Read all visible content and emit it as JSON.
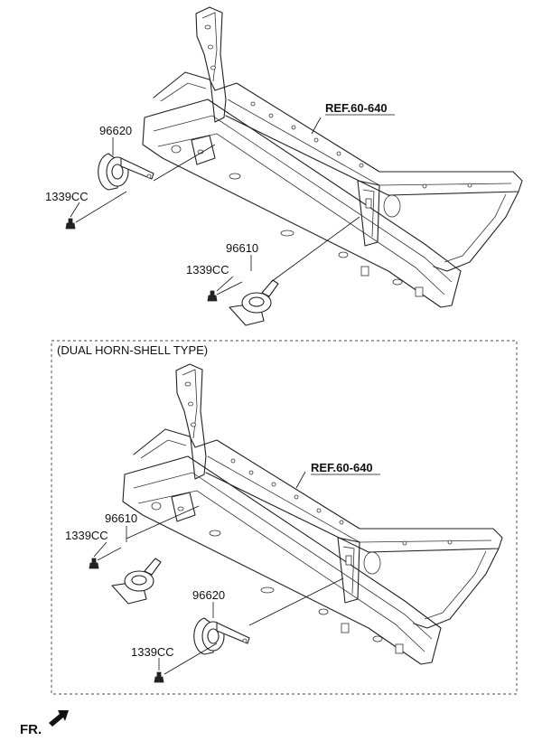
{
  "top": {
    "ref_label": "REF.60-640",
    "part_96620": "96620",
    "part_96610": "96610",
    "bolt_left": "1339CC",
    "bolt_right": "1339CC"
  },
  "dual": {
    "title": "(DUAL HORN-SHELL TYPE)",
    "ref_label": "REF.60-640",
    "part_96610": "96610",
    "part_96620": "96620",
    "bolt_upper": "1339CC",
    "bolt_lower": "1339CC"
  },
  "front_label": "FR."
}
